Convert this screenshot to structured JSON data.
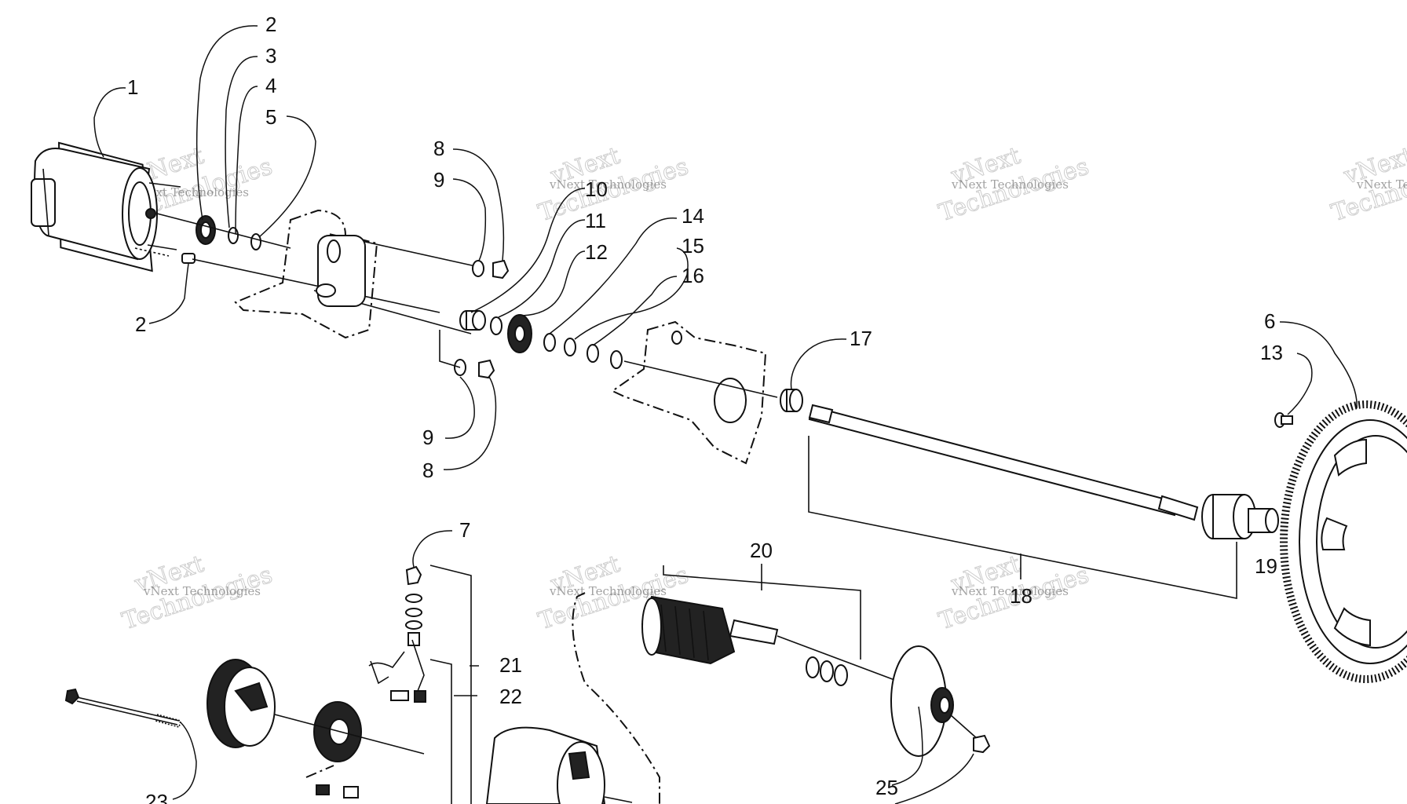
{
  "diagram": {
    "callouts": {
      "c1": "1",
      "c2_top": "2",
      "c2_bottom": "2",
      "c3": "3",
      "c4": "4",
      "c5": "5",
      "c6": "6",
      "c7": "7",
      "c8_top": "8",
      "c9_top": "9",
      "c9_bottom": "9",
      "c8_bottom": "8",
      "c10": "10",
      "c11": "11",
      "c12": "12",
      "c13": "13",
      "c14": "14",
      "c15": "15",
      "c16": "16",
      "c17": "17",
      "c18": "18",
      "c19": "19",
      "c20": "20",
      "c21": "21",
      "c22": "22",
      "c23": "23",
      "c25": "25"
    },
    "watermark": {
      "line1": "vNext Technologies",
      "line2": "vNext",
      "line3": "Technologies"
    }
  }
}
